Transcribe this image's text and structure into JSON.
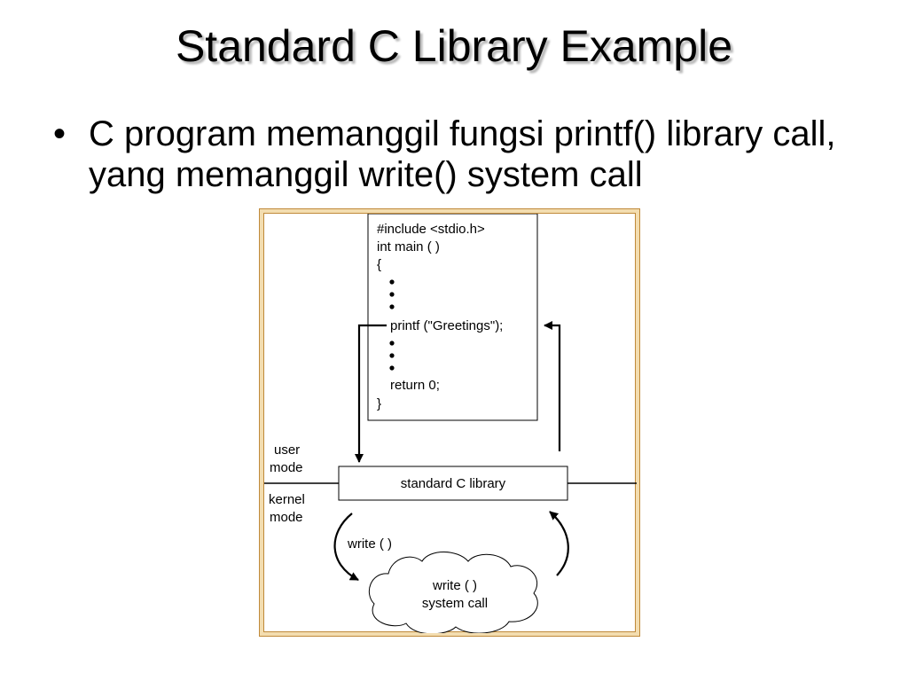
{
  "slide": {
    "title": "Standard C Library Example",
    "bullets": [
      {
        "marker": "•",
        "text": "C program memanggil fungsi printf() library call, yang memanggil write() system call"
      }
    ]
  },
  "diagram": {
    "code_lines": {
      "include": "#include <stdio.h>",
      "main": "int main ( )",
      "open_brace": "{",
      "printf": "printf (\"Greetings\");",
      "return": "return 0;",
      "close_brace": "}"
    },
    "labels": {
      "user_mode_1": "user",
      "user_mode_2": "mode",
      "kernel_mode_1": "kernel",
      "kernel_mode_2": "mode",
      "library": "standard C library",
      "write_call": "write ( )",
      "cloud_1": "write ( )",
      "cloud_2": "system call"
    },
    "colors": {
      "frame_border": "#c08a3a",
      "frame_fill": "#f3ddb0"
    }
  }
}
